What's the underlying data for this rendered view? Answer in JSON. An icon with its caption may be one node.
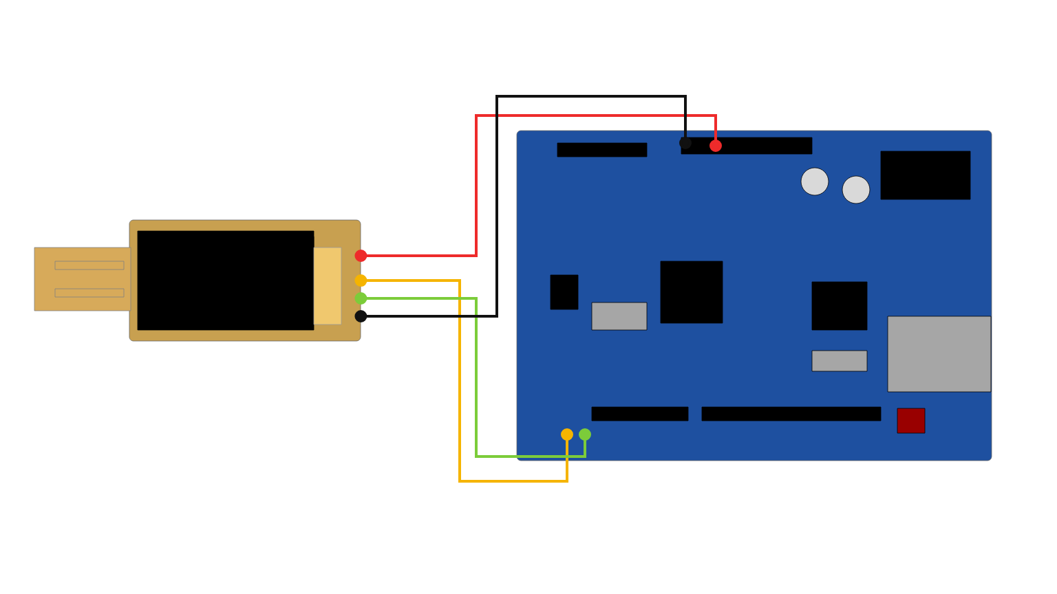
{
  "diagram": {
    "nodes": [
      {
        "text": [],
        "shape": "picture"
      },
      {
        "text": [],
        "shape": "picture"
      }
    ],
    "edges": [
      {
        "from": 0,
        "to": 1,
        "arrow": "other",
        "color": "#ee2b2b"
      },
      {
        "from": 0,
        "to": 1,
        "arrow": "other",
        "color": "#f5b400"
      },
      {
        "from": 0,
        "to": 1,
        "arrow": "other",
        "color": "#7ccc3a"
      },
      {
        "from": 0,
        "to": 1,
        "arrow": "other",
        "color": "#111111"
      }
    ]
  }
}
